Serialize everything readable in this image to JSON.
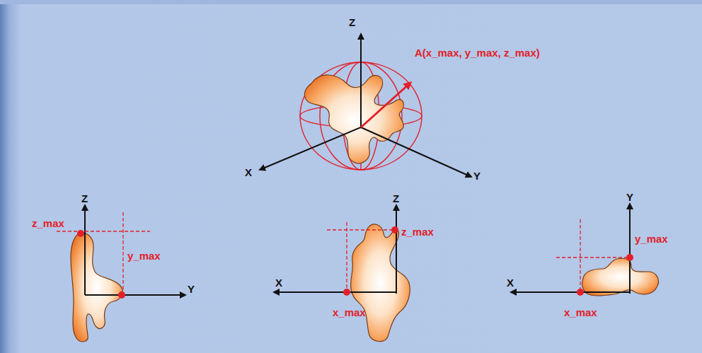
{
  "diagram": {
    "labels": [
      "Z",
      "A(x_max, y_max, z_max)",
      "X",
      "Y",
      "Z",
      "z_max",
      "y_max",
      "Y",
      "Z",
      "z_max",
      "X",
      "x_max",
      "Y",
      "y_max",
      "X",
      "x_max"
    ]
  }
}
